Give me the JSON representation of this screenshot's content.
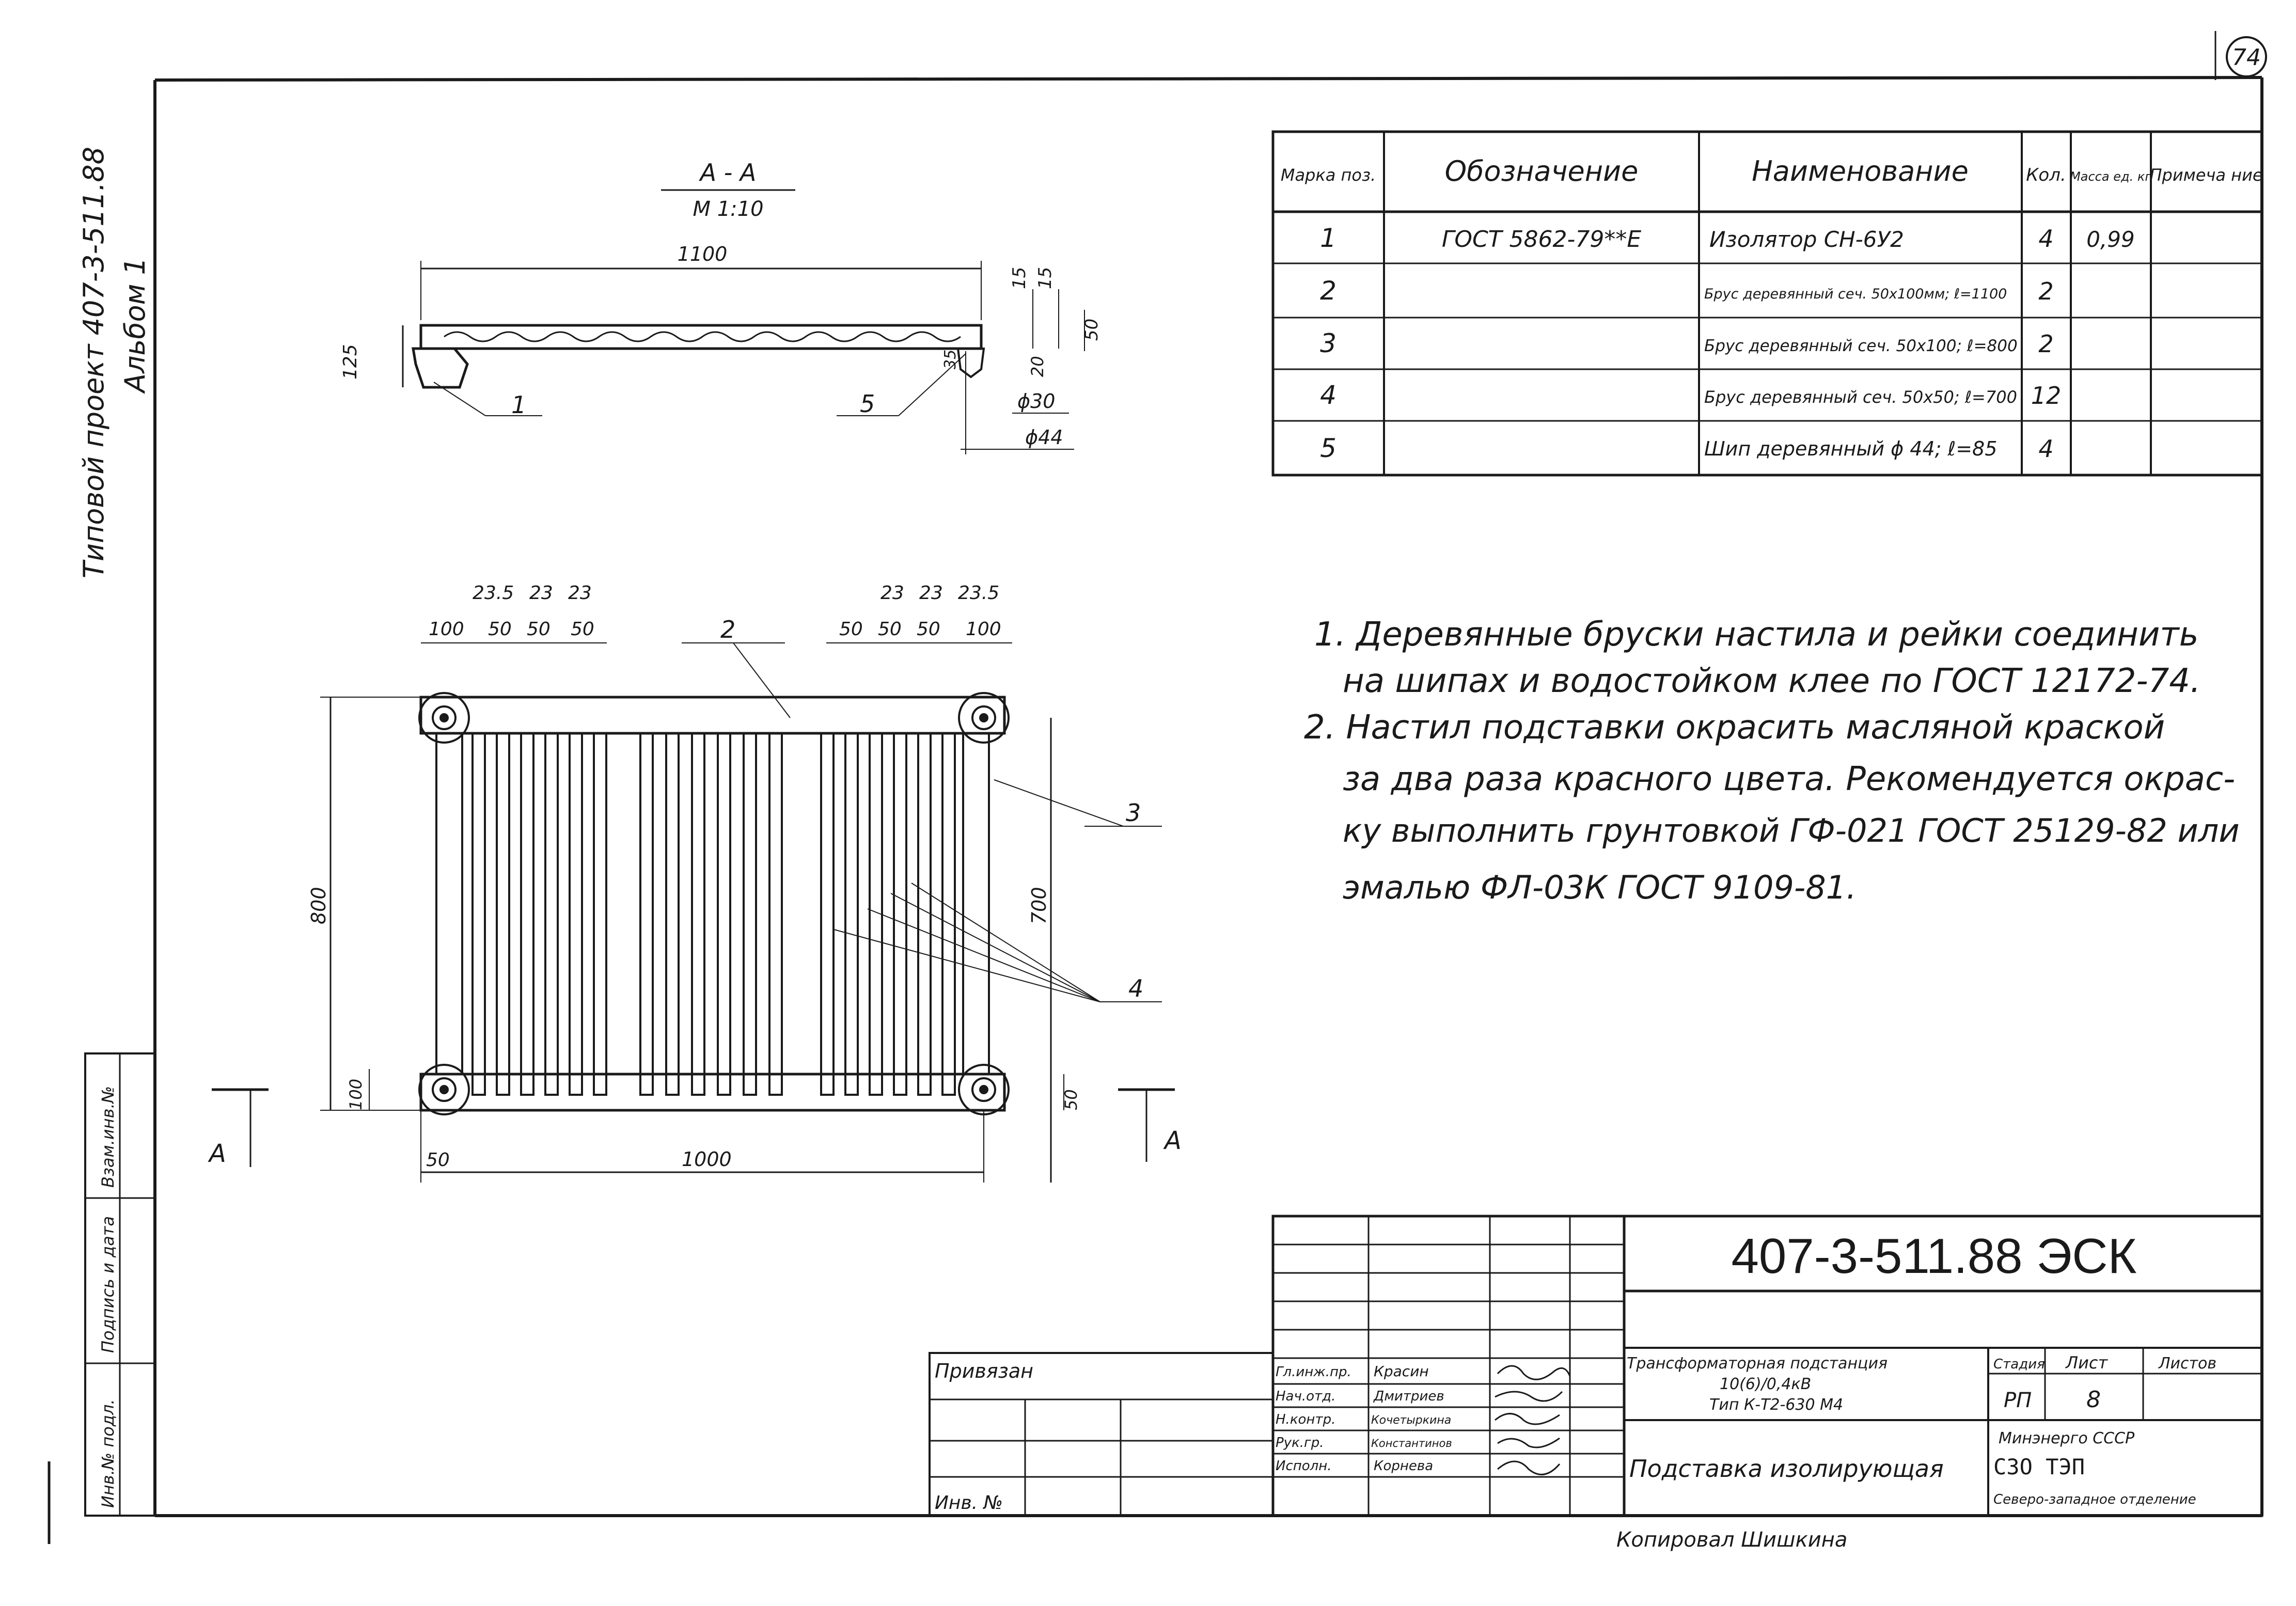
{
  "page_number": "74",
  "side_label": {
    "project": "Типовой проект 407-3-511.88",
    "album": "Альбом 1"
  },
  "section": {
    "title": "А - А",
    "scale": "М 1:10"
  },
  "dims": {
    "top_len": "1100",
    "h125": "125",
    "h15a": "15",
    "h15b": "15",
    "h50": "50",
    "h35": "35",
    "h20": "20",
    "d30": "ϕ30",
    "d44": "ϕ44",
    "plan_left": [
      "23.5",
      "23",
      "23"
    ],
    "plan_left_b": [
      "100",
      "50",
      "50",
      "50"
    ],
    "plan_right": [
      "23",
      "23",
      "23.5"
    ],
    "plan_right_b": [
      "50",
      "50",
      "50",
      "100"
    ],
    "v800": "800",
    "v700": "700",
    "v100": "100",
    "v50": "50",
    "b50": "50",
    "b1000": "1000"
  },
  "callouts": {
    "c1": "1",
    "c2": "2",
    "c3": "3",
    "c4": "4",
    "c5": "5"
  },
  "cut_label": "А",
  "spec_table": {
    "headers": [
      "Марка поз.",
      "Обозначение",
      "Наименование",
      "Кол.",
      "Масса ед. кг",
      "Примеча ние"
    ],
    "rows": [
      [
        "1",
        "ГОСТ 5862-79**Е",
        "Изолятор СН-6У2",
        "4",
        "0,99",
        ""
      ],
      [
        "2",
        "",
        "Брус деревянный сеч. 50х100мм; ℓ=1100",
        "2",
        "",
        ""
      ],
      [
        "3",
        "",
        "Брус деревянный сеч. 50х100; ℓ=800",
        "2",
        "",
        ""
      ],
      [
        "4",
        "",
        "Брус деревянный сеч. 50х50; ℓ=700",
        "12",
        "",
        ""
      ],
      [
        "5",
        "",
        "Шип деревянный ϕ 44; ℓ=85",
        "4",
        "",
        ""
      ]
    ]
  },
  "notes": [
    "1. Деревянные бруски настила и рейки соединить",
    "на шипах и водостойком клее по ГОСТ 12172-74.",
    "2. Настил подставки окрасить масляной краской",
    "за два раза красного цвета. Рекомендуется окрас-",
    "ку выполнить грунтовкой ГФ-021 ГОСТ 25129-82 или",
    "эмалью ФЛ-03К ГОСТ 9109-81."
  ],
  "title_block": {
    "doc_code": "407-3-511.88 ЭСК",
    "bound_label": "Привязан",
    "inv_label": "Инв. №",
    "people": [
      [
        "Гл.инж.пр.",
        "Красин"
      ],
      [
        "Нач.отд.",
        "Дмитриев"
      ],
      [
        "Н.контр.",
        "Кочетыркина"
      ],
      [
        "Рук.гр.",
        "Константинов"
      ],
      [
        "Исполн.",
        "Корнева"
      ]
    ],
    "project_title": [
      "Трансформаторная подстанция",
      "10(6)/0,4кВ",
      "Тип К-Т2-630 М4"
    ],
    "sheet_title": "Подставка изолирующая",
    "stage_label": "Стадия",
    "stage_value": "РП",
    "sheet_label": "Лист",
    "sheet_value": "8",
    "sheets_label": "Листов",
    "org": [
      "Минэнерго СССР",
      "СЗО ТЭП",
      "Северо-западное отделение"
    ]
  },
  "stamps_left": [
    "Взам.инв.№",
    "Подпись и дата",
    "Инв.№ подл."
  ],
  "copied_by": "Копировал Шишкина"
}
